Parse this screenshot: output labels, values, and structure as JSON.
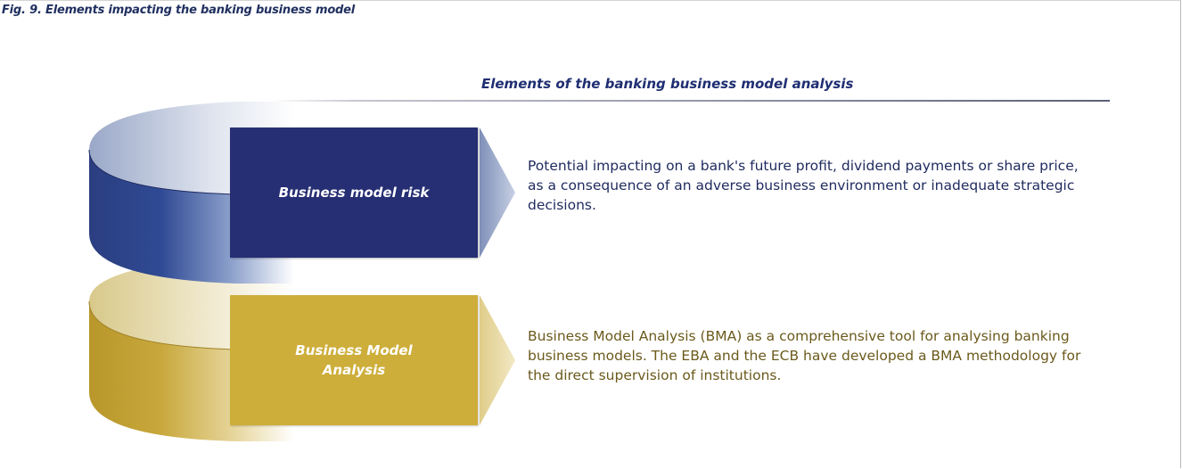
{
  "figure": {
    "caption": "Fig. 9. Elements impacting the banking business model",
    "section_title": "Elements of the banking business model analysis"
  },
  "elements": [
    {
      "label": "Business model risk",
      "description": "Potential impacting on a bank's future profit, dividend payments or share price, as a consequence of an adverse business environment or inadequate strategic decisions.",
      "color": "#262f74"
    },
    {
      "label_line1": "Business Model",
      "label_line2": "Analysis",
      "description": "Business Model Analysis (BMA) as a comprehensive tool for analysing banking business models. The EBA and the ECB have developed a BMA methodology for the direct supervision of institutions.",
      "color": "#cdae3a"
    }
  ],
  "colors": {
    "caption": "#1f2f5f",
    "risk_box": "#262f74",
    "bma_box": "#cdae3a",
    "risk_text": "#1f2a5e",
    "bma_text": "#6b5a1c"
  }
}
